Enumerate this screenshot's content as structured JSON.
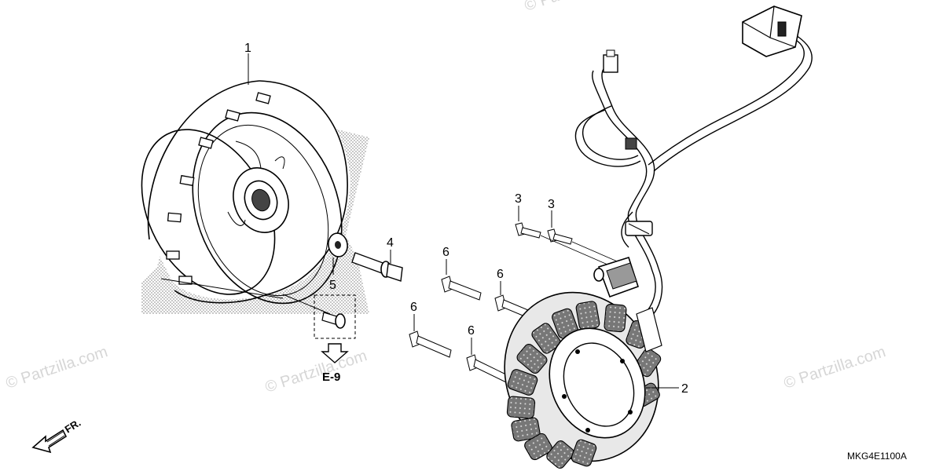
{
  "watermark": {
    "text": "© Partzilla.com"
  },
  "callouts": {
    "flywheel": "1",
    "stator": "2",
    "bolt_a": "3",
    "bolt_b": "3",
    "flange_bolt": "4",
    "washer": "5",
    "stator_bolt_a": "6",
    "stator_bolt_b": "6",
    "stator_bolt_c": "6",
    "stator_bolt_d": "6"
  },
  "reference": {
    "label": "E-9"
  },
  "direction": {
    "label": "FR."
  },
  "diagram_code": "MKG4E1100A"
}
